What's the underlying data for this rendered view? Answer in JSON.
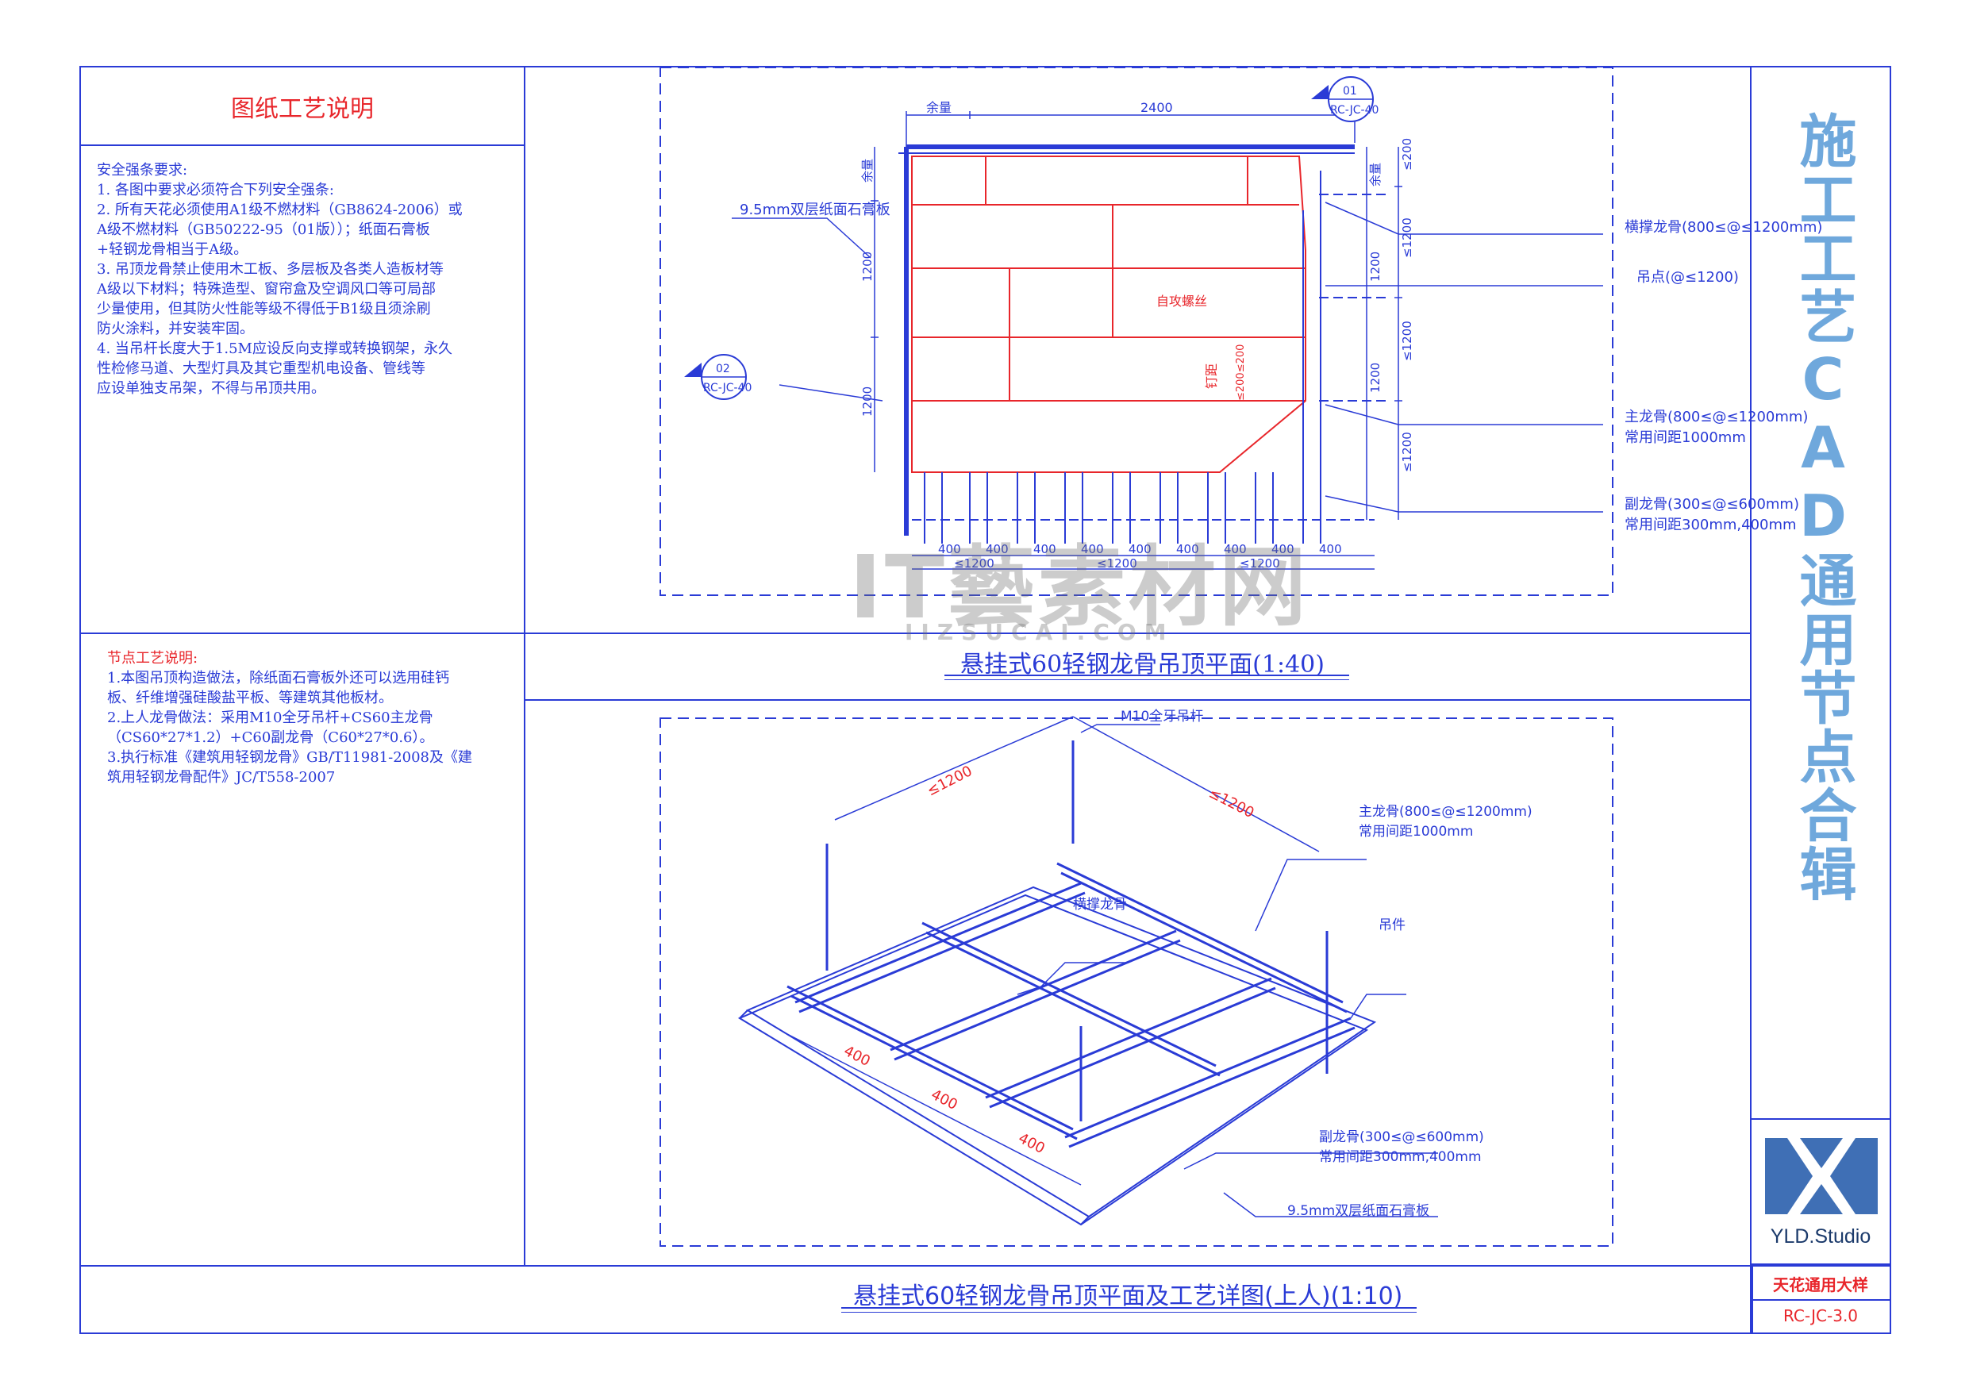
{
  "left_panel": {
    "title": "图纸工艺说明",
    "safety_heading": "安全强条要求:",
    "safety_lines": [
      "1. 各图中要求必须符合下列安全强条:",
      "2.  所有天花必须使用A1级不燃材料（GB8624-2006）或",
      "    A级不燃材料（GB50222-95（01版））；纸面石膏板",
      "    +轻钢龙骨相当于A级。",
      "3. 吊顶龙骨禁止使用木工板、多层板及各类人造板材等",
      "    A级以下材料；特殊造型、窗帘盒及空调风口等可局部",
      "    少量使用，但其防火性能等级不得低于B1级且须涂刷",
      "    防火涂料，并安装牢固。",
      "4. 当吊杆长度大于1.5M应设反向支撑或转换钢架，永久",
      "    性检修马道、大型灯具及其它重型机电设备、管线等",
      "    应设单独支吊架，不得与吊顶共用。"
    ],
    "node_heading": "节点工艺说明:",
    "node_lines": [
      "1.本图吊顶构造做法，除纸面石膏板外还可以选用硅钙",
      "板、纤维增强硅酸盐平板、等建筑其他板材。",
      "2.上人龙骨做法：采用M10全牙吊杆+CS60主龙骨",
      "（CS60*27*1.2）+C60副龙骨（C60*27*0.6）。",
      "3.执行标准《建筑用轻钢龙骨》GB/T11981-2008及《建",
      "筑用轻钢龙骨配件》JC/T558-2007"
    ]
  },
  "plan": {
    "caption": "悬挂式60轻钢龙骨吊顶平面(1:40)",
    "dim_top_margin": "余量",
    "dim_top_main": "2400",
    "dim_left_margin": "余量",
    "dim_left_1": "1200",
    "dim_left_2": "1200",
    "dim_bottom_400": [
      "400",
      "400",
      "400",
      "400",
      "400",
      "400",
      "400",
      "400",
      "400"
    ],
    "dim_bottom_1200": [
      "≤1200",
      "≤1200",
      "≤1200"
    ],
    "dim_right": [
      "≤200",
      "余量",
      "≤1200",
      "1200",
      "≤1200",
      "1200",
      "≤1200"
    ],
    "label_board": "9.5mm双层纸面石膏板",
    "label_screw": "自攻螺丝",
    "label_nail": "钉距",
    "label_nail_dim": "≤200≤200",
    "label_cross": "横撑龙骨(800≤@≤1200mm)",
    "label_hang": "吊点(@≤1200)",
    "label_main": "主龙骨(800≤@≤1200mm)",
    "label_main_note": "常用间距1000mm",
    "label_sub": "副龙骨(300≤@≤600mm)",
    "label_sub_note": "常用间距300mm,400mm",
    "section_01": "01",
    "section_01_ref": "RC-JC-40",
    "section_02": "02",
    "section_02_ref": "RC-JC-40"
  },
  "iso": {
    "label_rod": "M10全牙吊杆",
    "dim_a": "≤1200",
    "dim_b": "≤1200",
    "label_main": "主龙骨(800≤@≤1200mm)",
    "label_main_note": "常用间距1000mm",
    "label_cross": "横撑龙骨",
    "label_hanger": "吊件",
    "dim_400": [
      "400",
      "400",
      "400"
    ],
    "label_sub": "副龙骨(300≤@≤600mm)",
    "label_sub_note": "常用间距300mm,400mm",
    "label_board": "9.5mm双层纸面石膏板"
  },
  "footer": {
    "caption": "悬挂式60轻钢龙骨吊顶平面及工艺详图(上人)(1:10)"
  },
  "title_block": {
    "vertical_title": "施工工艺CAD通用节点合辑",
    "studio": "YLD.Studio",
    "category": "天花通用大样",
    "code": "RC-JC-3.0"
  },
  "watermark": {
    "text": "IT藝素材网",
    "url": "IIZSUCAI.COM"
  },
  "colors": {
    "line": "#2a3bd6",
    "red": "#e8262b",
    "title_blue": "#6fa8dc",
    "logo_blue": "#3f6fb5"
  }
}
